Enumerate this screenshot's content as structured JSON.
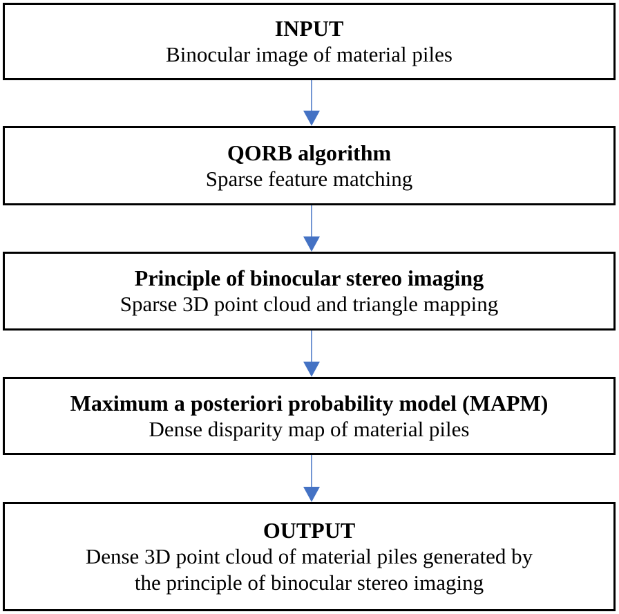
{
  "diagram": {
    "type": "flowchart",
    "direction": "top-to-bottom",
    "arrow_color": "#4472C4",
    "steps": [
      {
        "title": "INPUT",
        "lines": [
          "Binocular image of material piles"
        ]
      },
      {
        "title": "QORB algorithm",
        "lines": [
          "Sparse feature matching"
        ]
      },
      {
        "title": "Principle of binocular stereo imaging",
        "lines": [
          "Sparse 3D point cloud and triangle mapping"
        ]
      },
      {
        "title": "Maximum a posteriori probability model (MAPM)",
        "lines": [
          "Dense disparity map of material piles"
        ]
      },
      {
        "title": "OUTPUT",
        "lines": [
          "Dense 3D point cloud of material piles generated by",
          "the principle of binocular stereo imaging"
        ]
      }
    ],
    "edges": [
      {
        "from": 0,
        "to": 1
      },
      {
        "from": 1,
        "to": 2
      },
      {
        "from": 2,
        "to": 3
      },
      {
        "from": 3,
        "to": 4
      }
    ]
  }
}
